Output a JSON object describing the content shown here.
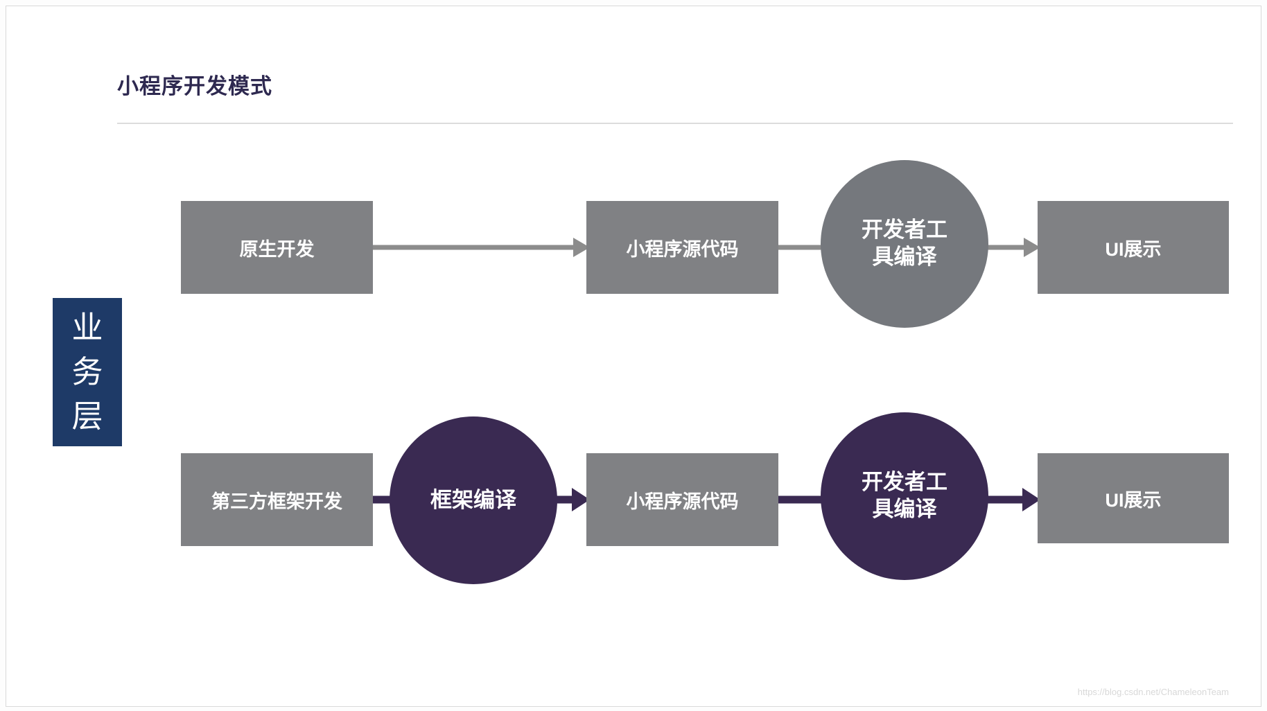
{
  "title": "小程序开发模式",
  "side_label": {
    "chars": [
      "业",
      "务",
      "层"
    ]
  },
  "row_native": {
    "box_native": "原生开发",
    "box_source": "小程序源代码",
    "circle_devtools_line1": "开发者工",
    "circle_devtools_line2": "具编译",
    "box_ui": "UI展示"
  },
  "row_framework": {
    "box_framework": "第三方框架开发",
    "circle_framework": "框架编译",
    "box_source": "小程序源代码",
    "circle_devtools_line1": "开发者工",
    "circle_devtools_line2": "具编译",
    "box_ui": "UI展示"
  },
  "watermark": "https://blog.csdn.net/ChameleonTeam",
  "colors": {
    "title_text": "#2e2950",
    "box_gray": "#808184",
    "circle_gray": "#75787d",
    "dark_purple": "#3a2a52",
    "side_label_navy": "#1e3a67",
    "arrow_gray": "#8c8c8c",
    "divider": "#dcdcdc",
    "watermark_text": "#d8d8d8"
  }
}
